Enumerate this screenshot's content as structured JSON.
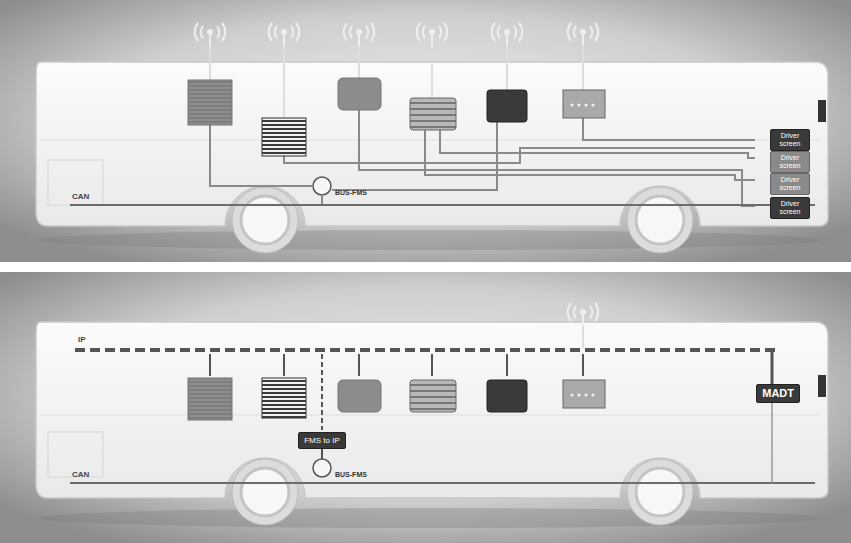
{
  "diagram": {
    "nodes": [
      {
        "text": [
          "Driver screen"
        ]
      },
      {
        "text": [
          "Driver screen"
        ]
      },
      {
        "text": [
          "Driver screen"
        ]
      },
      {
        "text": [
          "Driver screen"
        ]
      },
      {
        "text": [
          "BUS-FMS"
        ]
      },
      {
        "text": [
          "FMS to IP"
        ]
      },
      {
        "text": [
          "MADT"
        ]
      },
      {
        "text": [
          "BUS-FMS"
        ]
      }
    ],
    "edges": [
      {
        "from": 5,
        "to": 7,
        "arrow": "none"
      }
    ],
    "labels": [
      "CAN",
      "IP",
      "CAN"
    ]
  }
}
